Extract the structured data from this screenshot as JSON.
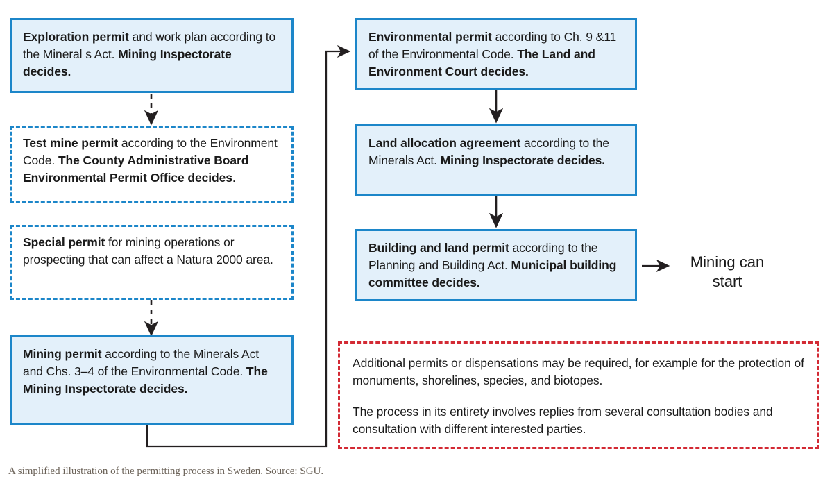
{
  "diagram": {
    "title_caption": "A simplified illustration of the permitting process in Sweden. Source: SGU.",
    "colors": {
      "box_border_blue": "#1c86c9",
      "box_fill_blue": "#e3f0fa",
      "dashed_red": "#d32a34",
      "connector_black": "#231f20",
      "caption_text": "#6b6258"
    },
    "left_column": {
      "exploration_permit": {
        "lead": "Exploration permit",
        "body": " and work plan according to the Mineral s Act. ",
        "decider": "Mining Inspectorate decides."
      },
      "test_mine_permit": {
        "lead": "Test mine permit",
        "body": " according to the Environment Code. ",
        "decider": "The County Administrative Board Environmental Permit Office decides",
        "tail": "."
      },
      "special_permit": {
        "lead": "Special permit",
        "body": " for mining operations or prospecting that can affect a Natura 2000 area."
      },
      "mining_permit": {
        "lead": "Mining permit",
        "body": " according to the Minerals Act and Chs. 3–4 of the Environmental Code. ",
        "decider": "The Mining Inspectorate decides."
      }
    },
    "right_column": {
      "environmental_permit": {
        "lead": "Environmental permit",
        "body": " according to Ch. 9 &11 of the Environmental Code. ",
        "decider": "The Land and Environment Court decides."
      },
      "land_allocation_agreement": {
        "lead": "Land allocation agreement",
        "body": " according to the Minerals Act. ",
        "decider": "Mining Inspectorate decides."
      },
      "building_and_land_permit": {
        "lead": "Building and land permit",
        "body": " according to the Planning and Building Act. ",
        "decider": "Municipal building committee decides."
      },
      "terminal": "Mining can start"
    },
    "note_box": {
      "paragraph_1": "Additional permits or dispensations may be required, for example for the protection of monuments, shorelines, species, and biotopes.",
      "paragraph_2": "The process in its entirety involves replies from several consultation bodies and consultation with different interested parties."
    }
  }
}
